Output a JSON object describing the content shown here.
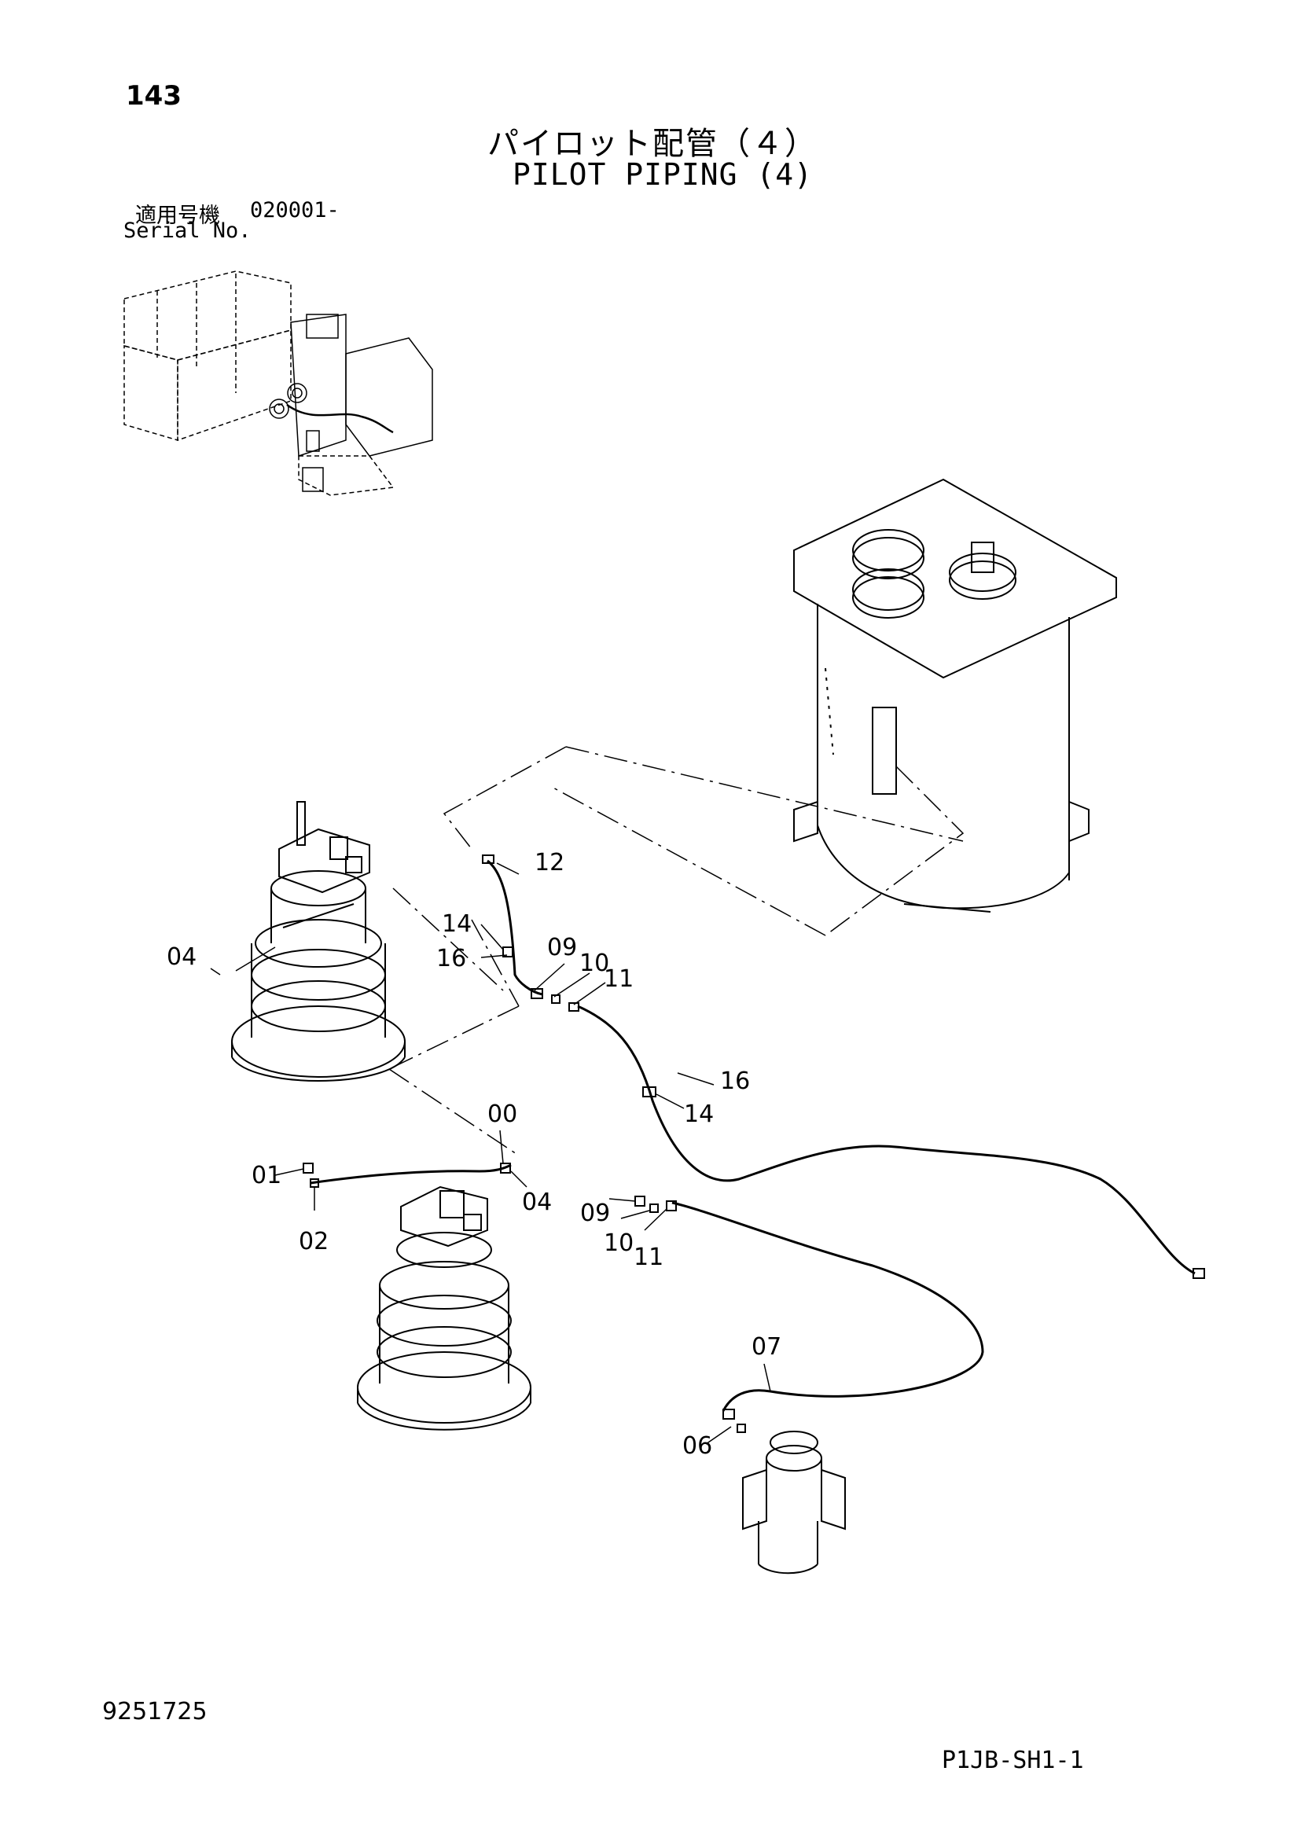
{
  "header": {
    "page_number": "143",
    "title_jp": "パイロット配管（４）",
    "title_en": "PILOT PIPING (4)",
    "serial_label_jp": "適用号機",
    "serial_range": "020001-",
    "serial_label_en": "Serial No."
  },
  "callouts": [
    "12",
    "14",
    "16",
    "04",
    "09",
    "10",
    "11",
    "16",
    "14",
    "00",
    "01",
    "04",
    "02",
    "09",
    "10",
    "11",
    "07",
    "06"
  ],
  "footer": {
    "doc_number": "9251725",
    "page_code": "P1JB-SH1-1"
  }
}
